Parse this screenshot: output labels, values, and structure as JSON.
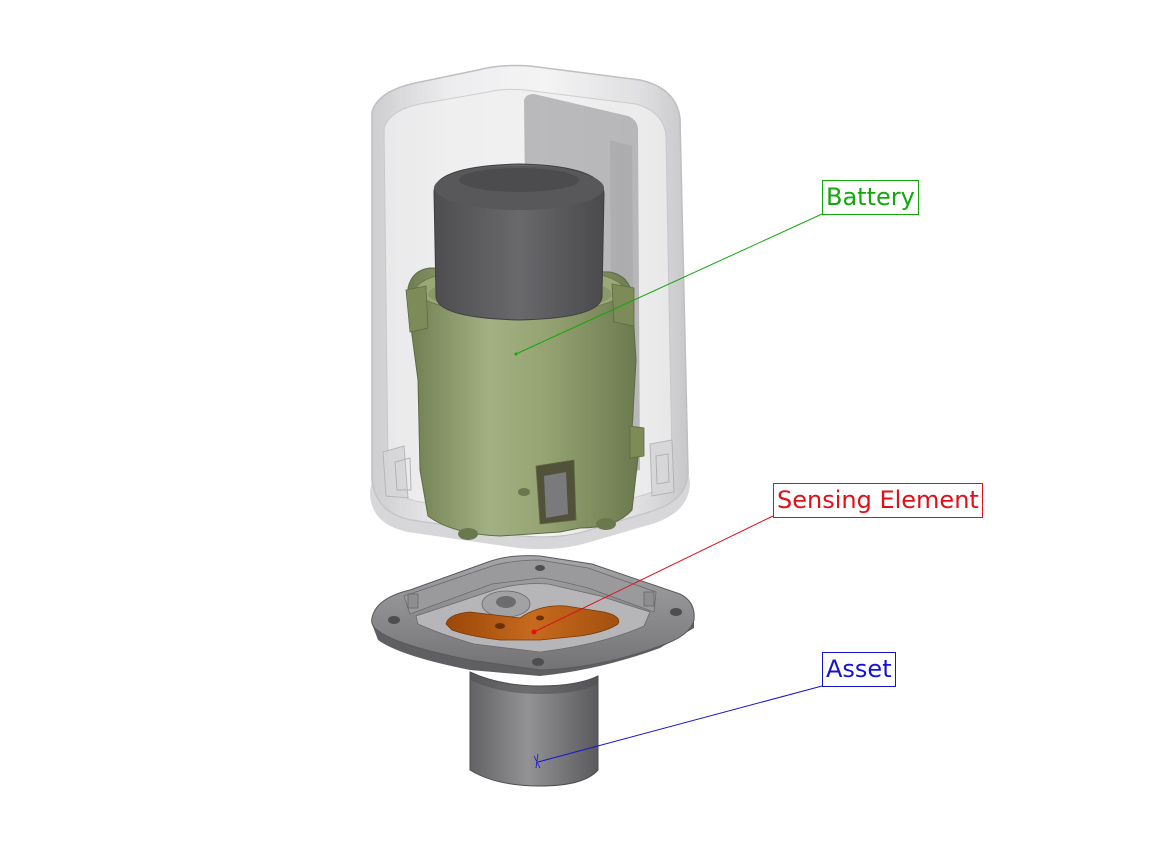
{
  "callouts": [
    {
      "id": "battery",
      "label": "Battery",
      "color": "#13a80c"
    },
    {
      "id": "sensing",
      "label": "Sensing Element",
      "color": "#e0101a"
    },
    {
      "id": "asset",
      "label": "Asset",
      "color": "#1414d0"
    }
  ],
  "parts": {
    "housing": {
      "material": "translucent-plastic",
      "color": "#d6d6d8"
    },
    "battery_holder": {
      "color": "#8a9a6a"
    },
    "battery_cell": {
      "color": "#5d5d60"
    },
    "base_flange": {
      "color": "#8c8c8e"
    },
    "sensing_element": {
      "color": "#b2580e"
    },
    "asset_post": {
      "color": "#7d7d80"
    }
  }
}
